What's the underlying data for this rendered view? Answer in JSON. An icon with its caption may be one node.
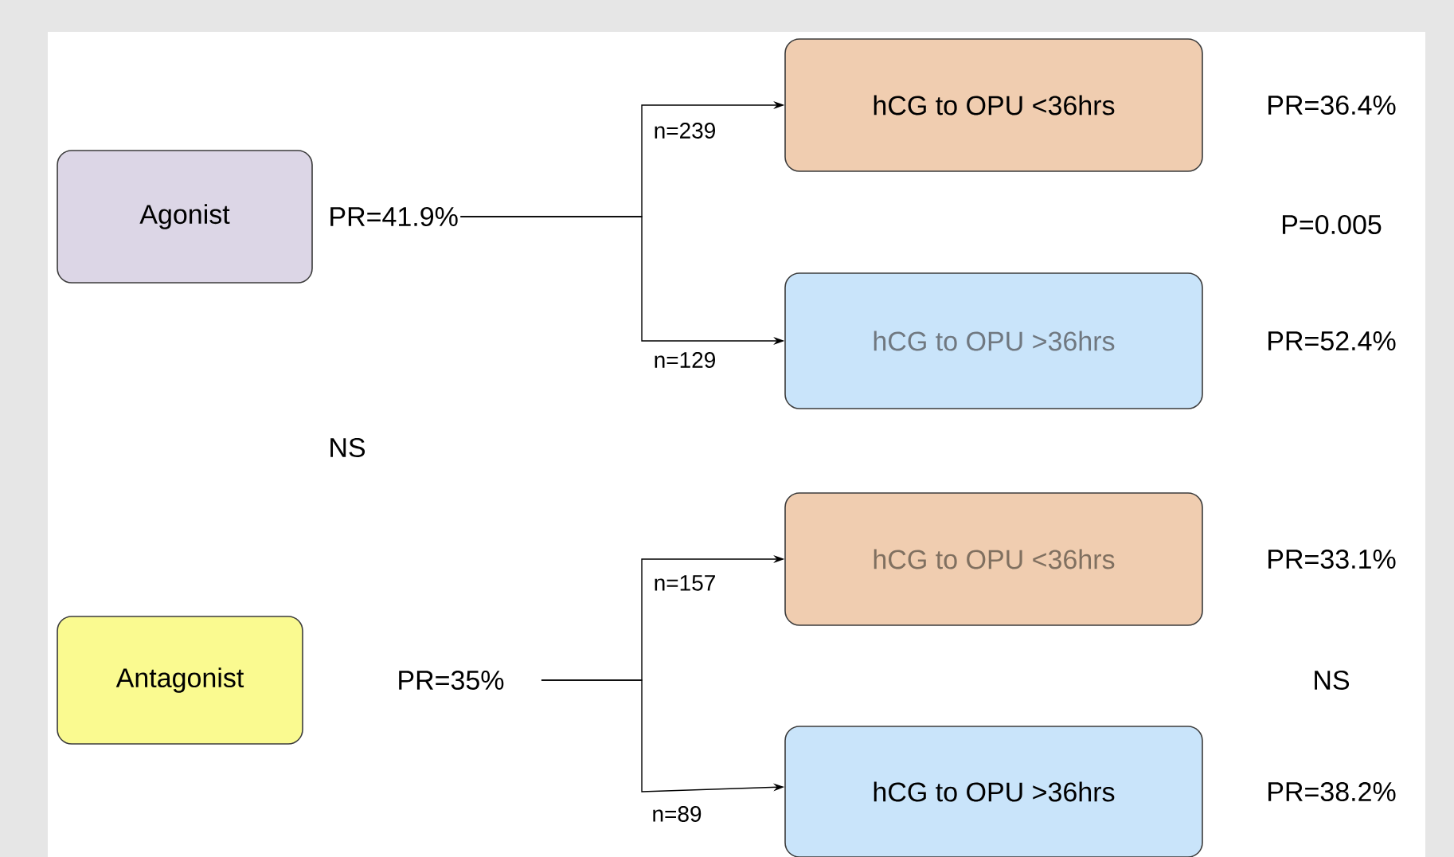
{
  "diagram": {
    "nodes": [
      {
        "text": [
          "Agonist"
        ],
        "beside": [
          "PR=41.9%"
        ]
      },
      {
        "text": [
          "hCG to OPU <36hrs"
        ],
        "beside": [
          "PR=36.4%"
        ]
      },
      {
        "text": [
          "hCG to OPU >36hrs"
        ],
        "beside": [
          "PR=52.4%"
        ]
      },
      {
        "text": [
          "Antagonist"
        ],
        "beside": [
          "PR=35%"
        ]
      },
      {
        "text": [
          "hCG to OPU <36hrs"
        ],
        "beside": [
          "PR=33.1%"
        ]
      },
      {
        "text": [
          "hCG to OPU >36hrs"
        ],
        "beside": [
          "PR=38.2%"
        ]
      }
    ],
    "edges": [
      {
        "from": 0,
        "to": 1,
        "arrow": "to",
        "label": "n=239"
      },
      {
        "from": 0,
        "to": 2,
        "arrow": "to",
        "label": "n=129"
      },
      {
        "from": 3,
        "to": 4,
        "arrow": "to",
        "label": "n=157"
      },
      {
        "from": 3,
        "to": 5,
        "arrow": "to",
        "label": "n=89"
      }
    ],
    "labels": [
      "P=0.005",
      "NS",
      "NS"
    ]
  }
}
